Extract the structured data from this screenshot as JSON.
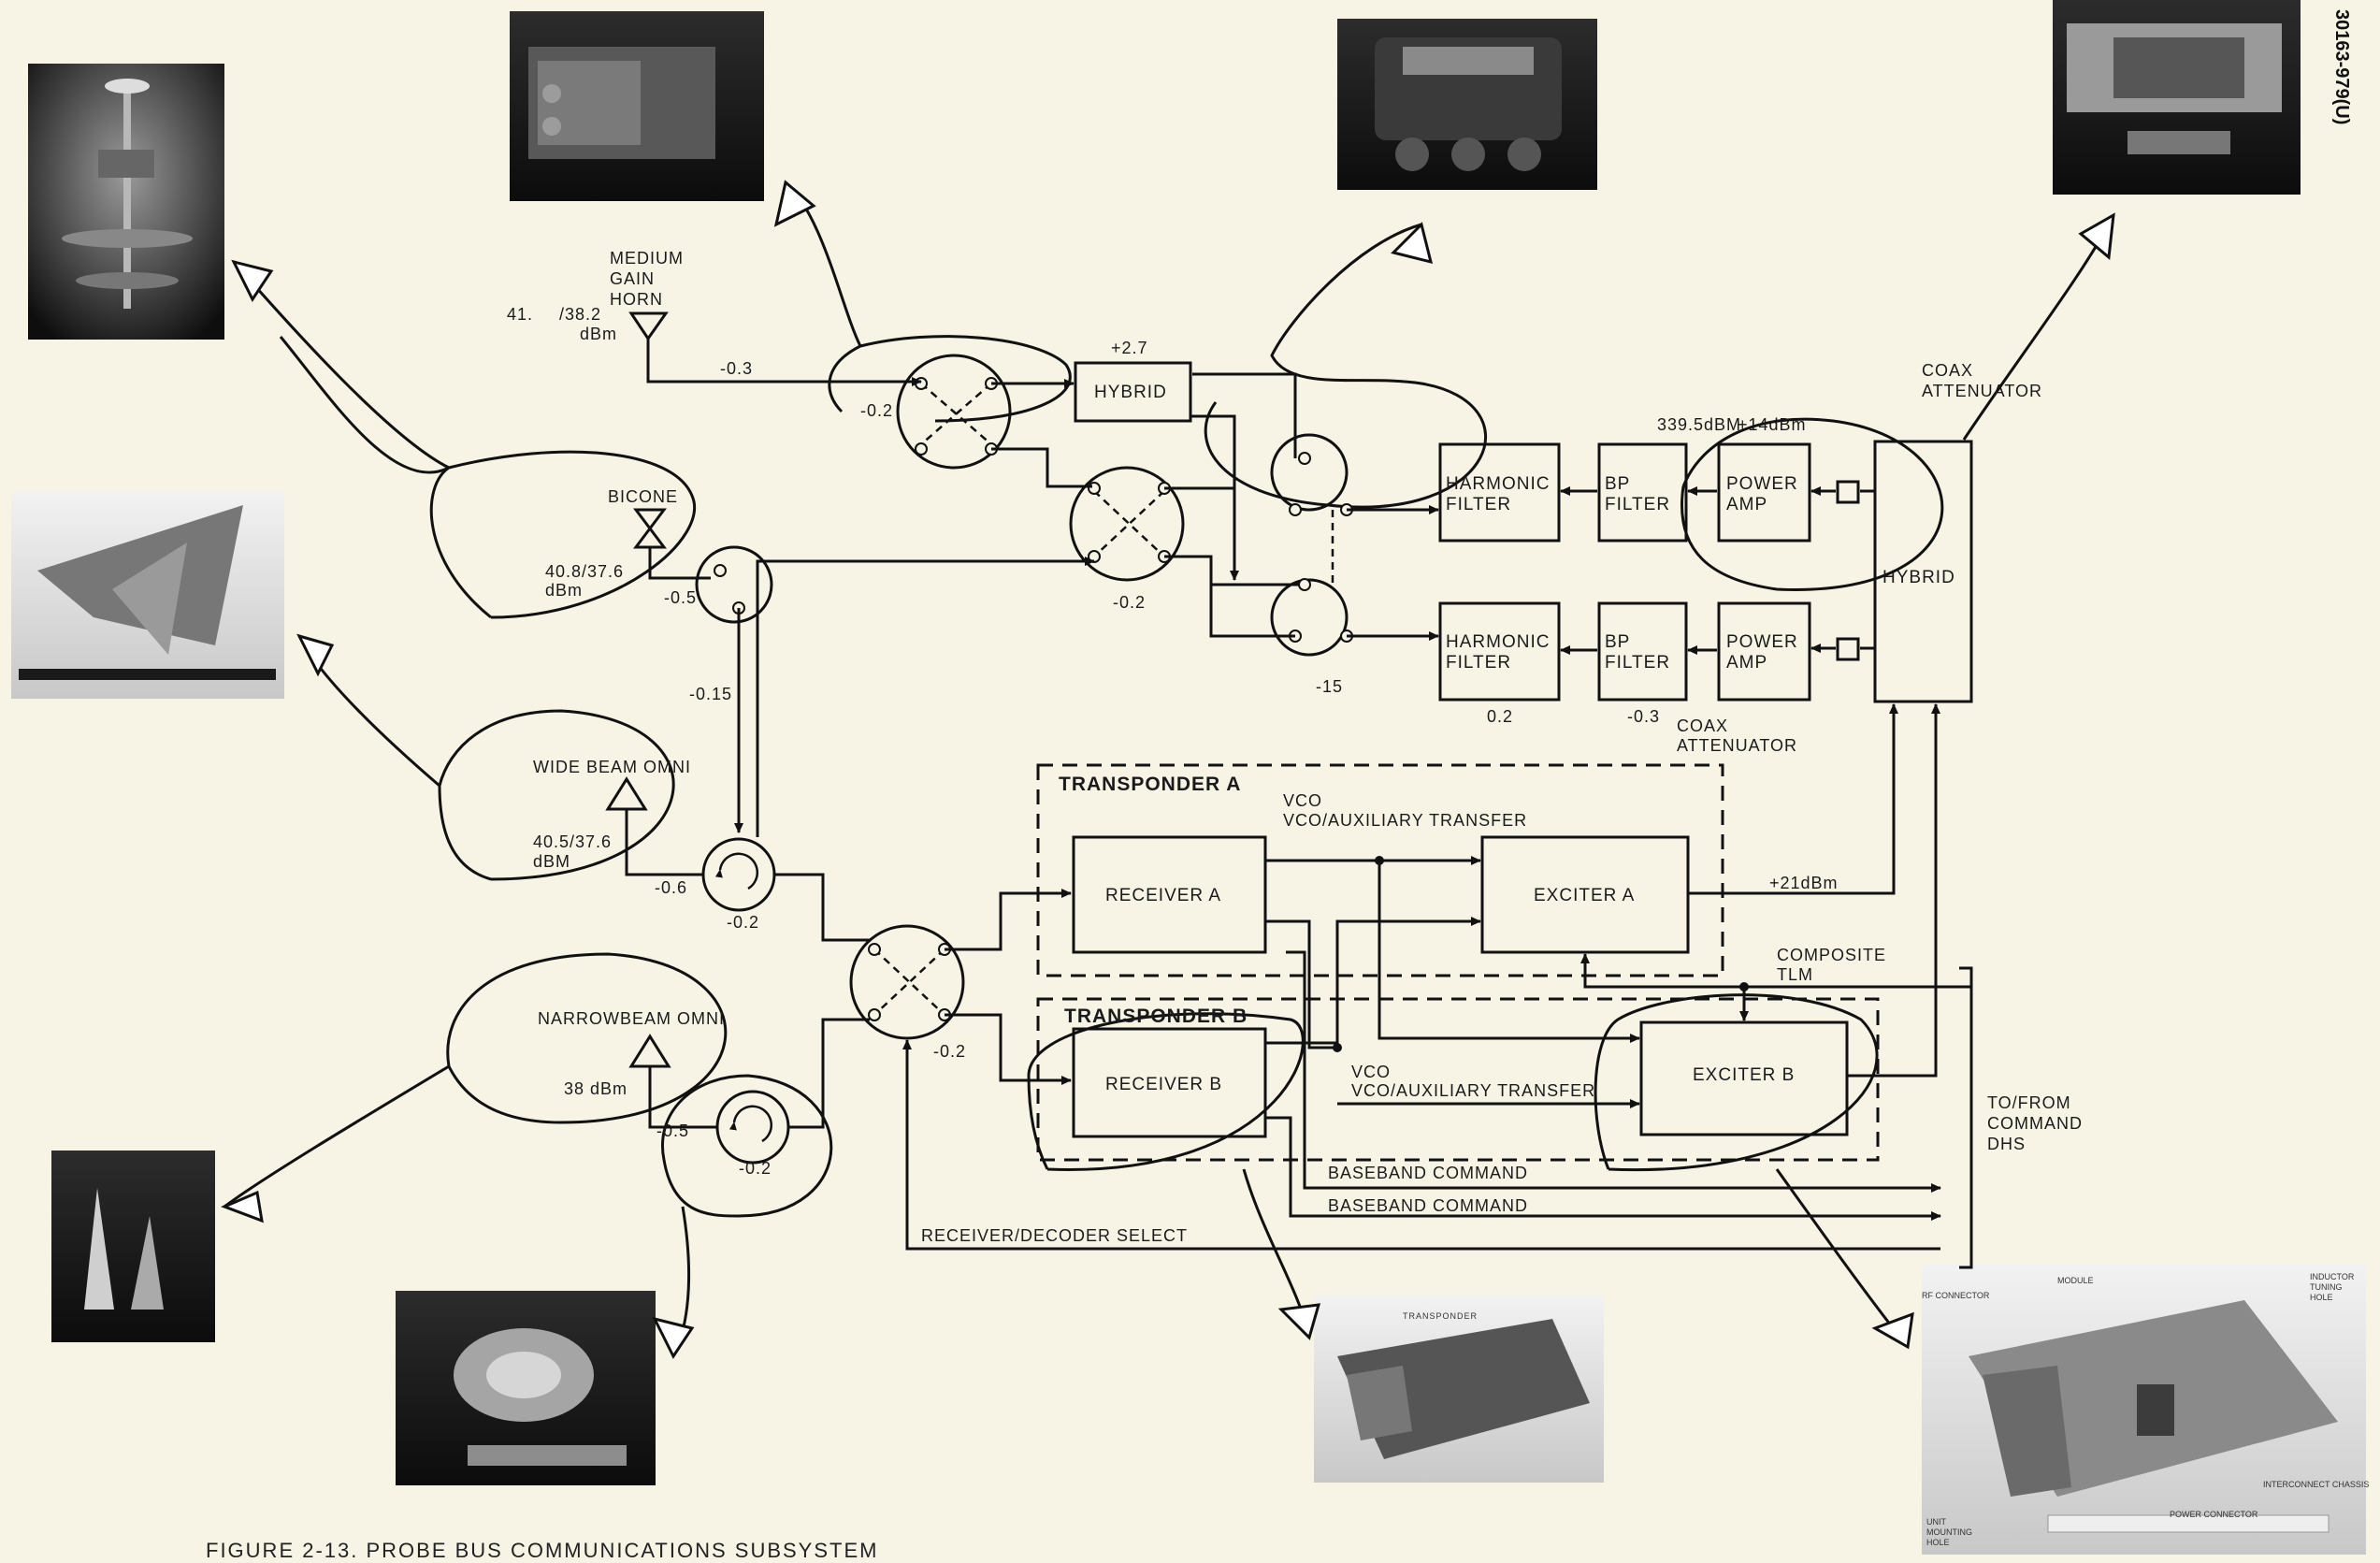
{
  "figure_id": "30163-979(U)",
  "caption": "FIGURE 2-13. PROBE BUS COMMUNICATIONS SUBSYSTEM",
  "antennas": {
    "horn": {
      "name1": "MEDIUM",
      "name2": "GAIN",
      "name3": "HORN",
      "power_a": "41.",
      "power_b": "/38.2",
      "unit": "dBm",
      "loss": "-0.3"
    },
    "bicone": {
      "name": "BICONE",
      "power": "40.8/37.6",
      "unit": "dBm",
      "loss": "-0.5"
    },
    "wide_omni": {
      "name": "WIDE BEAM OMNI",
      "power": "40.5/37.6",
      "unit": "dBM",
      "loss": "-0.6"
    },
    "narrow_omni": {
      "name": "NARROWBEAM OMNI",
      "power": "38 dBm",
      "loss": "-0.5"
    }
  },
  "losses": {
    "switch_top": "-0.2",
    "switch_mid": "-0.2",
    "cable_015": "-0.15",
    "circ_wide": "-0.2",
    "circ_narrow": "-0.2",
    "hybrid_xfer": "-0.2",
    "switch_15": "-15",
    "hf_low": "0.2",
    "bp_low": "-0.3"
  },
  "blocks": {
    "hybrid_top": "HYBRID",
    "hybrid_top_value": "+2.7",
    "hf1_l1": "HARMONIC",
    "hf1_l2": "FILTER",
    "hf2_l1": "HARMONIC",
    "hf2_l2": "FILTER",
    "bp1_l1": "BP",
    "bp1_l2": "FILTER",
    "bp2_l1": "BP",
    "bp2_l2": "FILTER",
    "pa1_l1": "POWER",
    "pa1_l2": "AMP",
    "pa2_l1": "POWER",
    "pa2_l2": "AMP",
    "hybrid_right": "HYBRID",
    "coax_top_l1": "COAX",
    "coax_top_l2": "ATTENUATOR",
    "coax_bot_l1": "COAX",
    "coax_bot_l2": "ATTENUATOR",
    "pwr_a": "339.5dBM",
    "pwr_b": "+14dBm"
  },
  "transponders": {
    "a_title": "TRANSPONDER A",
    "b_title": "TRANSPONDER B",
    "receiver_a": "RECEIVER A",
    "receiver_b": "RECEIVER B",
    "exciter_a": "EXCITER A",
    "exciter_b": "EXCITER B",
    "vco_a_l1": "VCO",
    "vco_a_l2": "VCO/AUXILIARY TRANSFER",
    "vco_b_l1": "VCO",
    "vco_b_l2": "VCO/AUXILIARY TRANSFER",
    "exciter_out": "+21dBm",
    "composite_l1": "COMPOSITE",
    "composite_l2": "TLM"
  },
  "signals": {
    "baseband1": "BASEBAND COMMAND",
    "baseband2": "BASEBAND COMMAND",
    "decoder_select": "RECEIVER/DECODER SELECT",
    "dhs_l1": "TO/FROM",
    "dhs_l2": "COMMAND",
    "dhs_l3": "DHS"
  },
  "photo_labels": {
    "module": "MODULE",
    "inductor_l1": "INDUCTOR",
    "inductor_l2": "TUNING",
    "inductor_l3": "HOLE",
    "rf_connector": "RF CONNECTOR",
    "interconnect": "INTERCONNECT CHASSIS",
    "power_connector": "POWER CONNECTOR",
    "unit_l1": "UNIT",
    "unit_l2": "MOUNTING",
    "unit_l3": "HOLE"
  }
}
